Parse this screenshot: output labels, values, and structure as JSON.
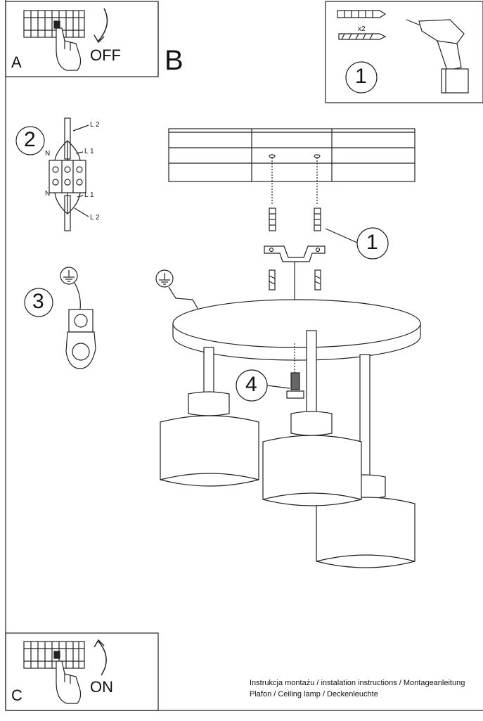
{
  "panels": {
    "a": {
      "letter": "A",
      "state": "OFF"
    },
    "b": {
      "letter": "B"
    },
    "c": {
      "letter": "C",
      "state": "ON"
    }
  },
  "parts": {
    "quantity": "x2"
  },
  "steps": [
    "1",
    "2",
    "3",
    "4"
  ],
  "wiring": {
    "l2": "L 2",
    "l1": "L 1",
    "n": "N"
  },
  "footer": {
    "line1": "Instrukcja montażu / instalation instructions / Montageanleitung",
    "line2": "Plafon / Ceiling lamp / Deckenleuchte"
  }
}
